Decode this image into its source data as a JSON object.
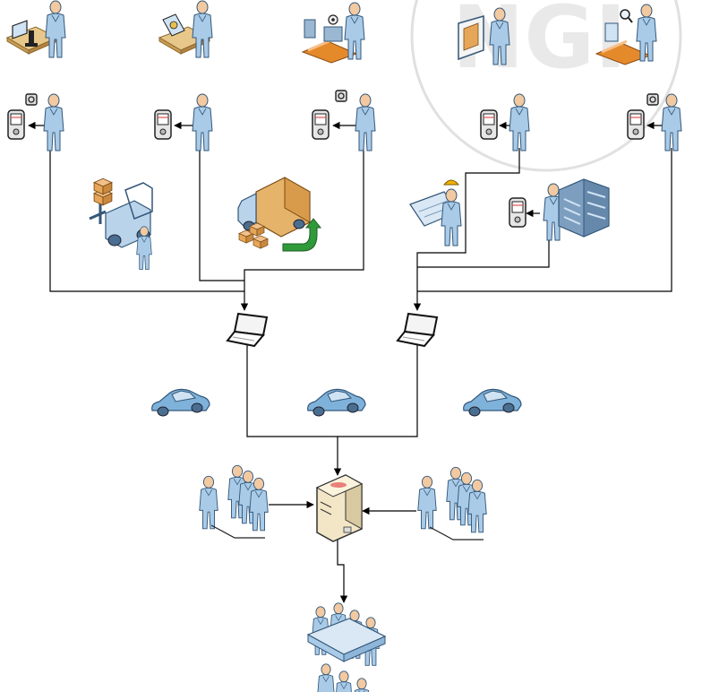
{
  "diagram": {
    "watermark": {
      "text": "NGI"
    },
    "colors": {
      "person_body": "#a9cbe8",
      "person_head": "#f2c9a0",
      "person_outline": "#33577a",
      "desk_top": "#e8c88a",
      "desk_side": "#c99a52",
      "belt": "#e58a2b",
      "rack": "#7d9ebf",
      "car": "#7fb2da",
      "box": "#e6a65a",
      "truck_cargo": "#e6b36b",
      "arrow_green": "#2f9a3a",
      "server_body": "#f2e6c6",
      "server_accent": "#e05050",
      "line": "#000000",
      "hardhat": "#f0b400",
      "watermark": "#c8c8c8"
    },
    "stations": [
      {
        "id": "station-microscope",
        "icon": "microscope-workstation-icon"
      },
      {
        "id": "station-pcb-desk",
        "icon": "circuit-board-desk-icon"
      },
      {
        "id": "station-assembly-line",
        "icon": "assembly-line-icon"
      },
      {
        "id": "station-presentation-board",
        "icon": "presentation-board-icon"
      },
      {
        "id": "station-inspection",
        "icon": "inspection-conveyor-icon"
      }
    ],
    "operators": [
      {
        "id": "operator-1",
        "icon": "handheld-scanner-operator-icon"
      },
      {
        "id": "operator-2",
        "icon": "handheld-scanner-operator-icon"
      },
      {
        "id": "operator-3",
        "icon": "handheld-scanner-operator-icon"
      },
      {
        "id": "operator-4",
        "icon": "handheld-scanner-operator-icon"
      },
      {
        "id": "operator-5",
        "icon": "handheld-scanner-operator-icon"
      }
    ],
    "middle_row": [
      {
        "id": "forklift",
        "icon": "forklift-icon"
      },
      {
        "id": "delivery-truck",
        "icon": "delivery-truck-icon"
      },
      {
        "id": "engineer-blueprint",
        "icon": "engineer-blueprint-icon"
      },
      {
        "id": "server-rack-operator",
        "icon": "server-rack-operator-icon"
      }
    ],
    "laptops": [
      {
        "id": "laptop-left",
        "icon": "laptop-icon"
      },
      {
        "id": "laptop-right",
        "icon": "laptop-icon"
      }
    ],
    "cars": [
      {
        "id": "car-1",
        "icon": "car-icon"
      },
      {
        "id": "car-2",
        "icon": "car-icon"
      },
      {
        "id": "car-3",
        "icon": "car-icon"
      }
    ],
    "central_server": {
      "icon": "server-icon"
    },
    "user_groups": [
      {
        "id": "user-group-left",
        "icon": "user-group-icon"
      },
      {
        "id": "user-group-right",
        "icon": "user-group-icon"
      }
    ],
    "meeting": {
      "icon": "conference-meeting-icon"
    }
  }
}
